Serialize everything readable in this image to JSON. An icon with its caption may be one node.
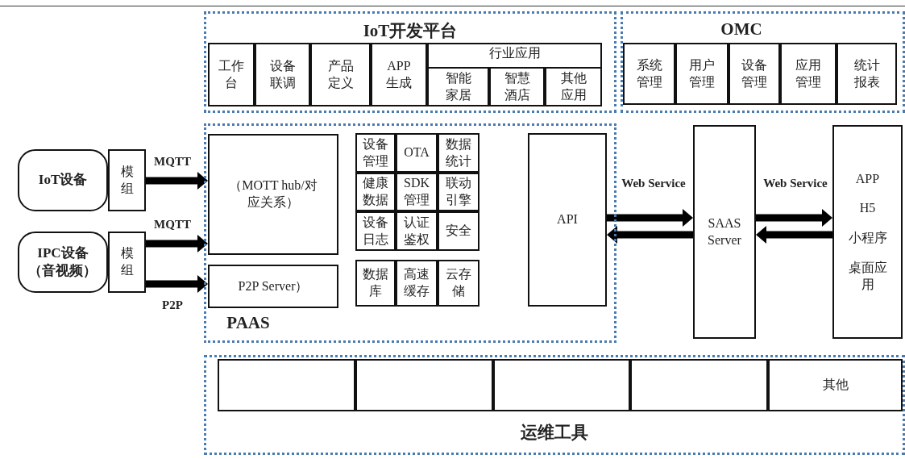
{
  "diagram": {
    "nodes": [
      {
        "text": [
          "IoT开发平台"
        ]
      },
      {
        "text": [
          "工作台"
        ],
        "in": 0
      },
      {
        "text": [
          "设备联调"
        ],
        "in": 0
      },
      {
        "text": [
          "产品定义"
        ],
        "in": 0
      },
      {
        "text": [
          "APP生成"
        ],
        "in": 0
      },
      {
        "text": [
          "行业应用"
        ],
        "in": 0
      },
      {
        "text": [
          "智能家居"
        ],
        "in": 5
      },
      {
        "text": [
          "智慧酒店"
        ],
        "in": 5
      },
      {
        "text": [
          "其他应用"
        ],
        "in": 5
      },
      {
        "text": [
          "OMC"
        ]
      },
      {
        "text": [
          "系统管理"
        ],
        "in": 9
      },
      {
        "text": [
          "用户管理"
        ],
        "in": 9
      },
      {
        "text": [
          "设备管理"
        ],
        "in": 9
      },
      {
        "text": [
          "应用管理"
        ],
        "in": 9
      },
      {
        "text": [
          "统计报表"
        ],
        "in": 9
      },
      {
        "text": [
          "IoT设备"
        ]
      },
      {
        "text": [
          "模组"
        ]
      },
      {
        "text": [
          "IPC设备（音视频）"
        ]
      },
      {
        "text": [
          "模组"
        ]
      },
      {
        "text": [
          "PAAS"
        ]
      },
      {
        "text": [
          "（MOTT hub/对应关系）"
        ],
        "in": 19
      },
      {
        "text": [
          "P2P Server）"
        ],
        "in": 19
      },
      {
        "text": [
          "设备管理"
        ],
        "in": 19
      },
      {
        "text": [
          "OTA"
        ],
        "in": 19
      },
      {
        "text": [
          "数据统计"
        ],
        "in": 19
      },
      {
        "text": [
          "健康数据"
        ],
        "in": 19
      },
      {
        "text": [
          "SDK管理"
        ],
        "in": 19
      },
      {
        "text": [
          "联动引擎"
        ],
        "in": 19
      },
      {
        "text": [
          "设备日志"
        ],
        "in": 19
      },
      {
        "text": [
          "认证鉴权"
        ],
        "in": 19
      },
      {
        "text": [
          "安全"
        ],
        "in": 19
      },
      {
        "text": [
          "数据库"
        ],
        "in": 19
      },
      {
        "text": [
          "高速缓存"
        ],
        "in": 19
      },
      {
        "text": [
          "云存储"
        ],
        "in": 19
      },
      {
        "text": [
          "API"
        ],
        "in": 19
      },
      {
        "text": [
          "SAAS Server"
        ]
      },
      {
        "text": [
          "APP",
          "H5",
          "小程序",
          "桌面应用"
        ]
      },
      {
        "text": [
          "运维工具"
        ]
      },
      {
        "text": [],
        "shape": "box",
        "in": 37
      },
      {
        "text": [],
        "shape": "box",
        "in": 37
      },
      {
        "text": [],
        "shape": "box",
        "in": 37
      },
      {
        "text": [],
        "shape": "box",
        "in": 37
      },
      {
        "text": [
          "其他"
        ],
        "in": 37
      }
    ],
    "edges": [
      {
        "from": 16,
        "to": 20,
        "arrow": "to",
        "label": "MQTT"
      },
      {
        "from": 18,
        "to": 20,
        "arrow": "to",
        "label": "MQTT"
      },
      {
        "from": 18,
        "to": 21,
        "arrow": "to",
        "label": "P2P"
      },
      {
        "from": 34,
        "to": 35,
        "arrow": "to",
        "label": "Web Service"
      },
      {
        "from": 35,
        "to": 34,
        "arrow": "to"
      },
      {
        "from": 35,
        "to": 36,
        "arrow": "to",
        "label": "Web Service"
      },
      {
        "from": 36,
        "to": 35,
        "arrow": "to"
      }
    ]
  }
}
